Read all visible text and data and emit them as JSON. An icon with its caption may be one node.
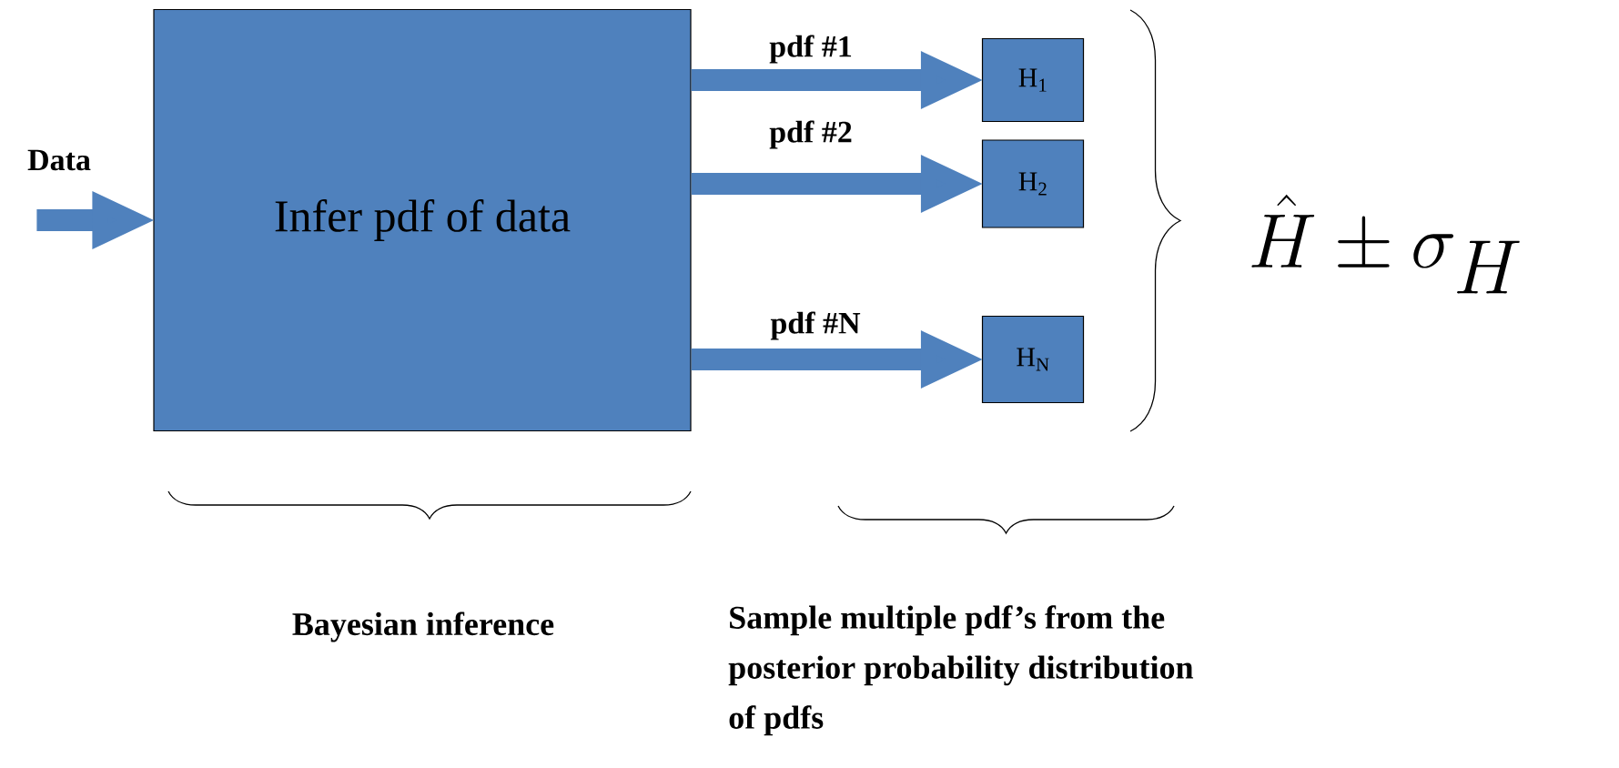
{
  "diagram": {
    "nodes": [
      {
        "text": [
          "Infer pdf of data"
        ]
      },
      {
        "text": [
          "H$_{1}$"
        ]
      },
      {
        "text": [
          "H$_{2}$"
        ]
      },
      {
        "text": [
          "H$_{N}$"
        ]
      }
    ],
    "edges": [
      {
        "from": null,
        "to": 0,
        "arrow": "to",
        "label": "Data"
      },
      {
        "from": 0,
        "to": 1,
        "arrow": "to",
        "label": "pdf #1"
      },
      {
        "from": 0,
        "to": 2,
        "arrow": "to",
        "label": "pdf #2"
      },
      {
        "from": 0,
        "to": 3,
        "arrow": "to",
        "label": "pdf #N"
      }
    ],
    "labels": [
      "\\hat{H} \\pm \\sigma_{H}",
      "Bayesian inference",
      "Sample multiple pdf’s from the posterior probability distribution of pdfs"
    ]
  }
}
